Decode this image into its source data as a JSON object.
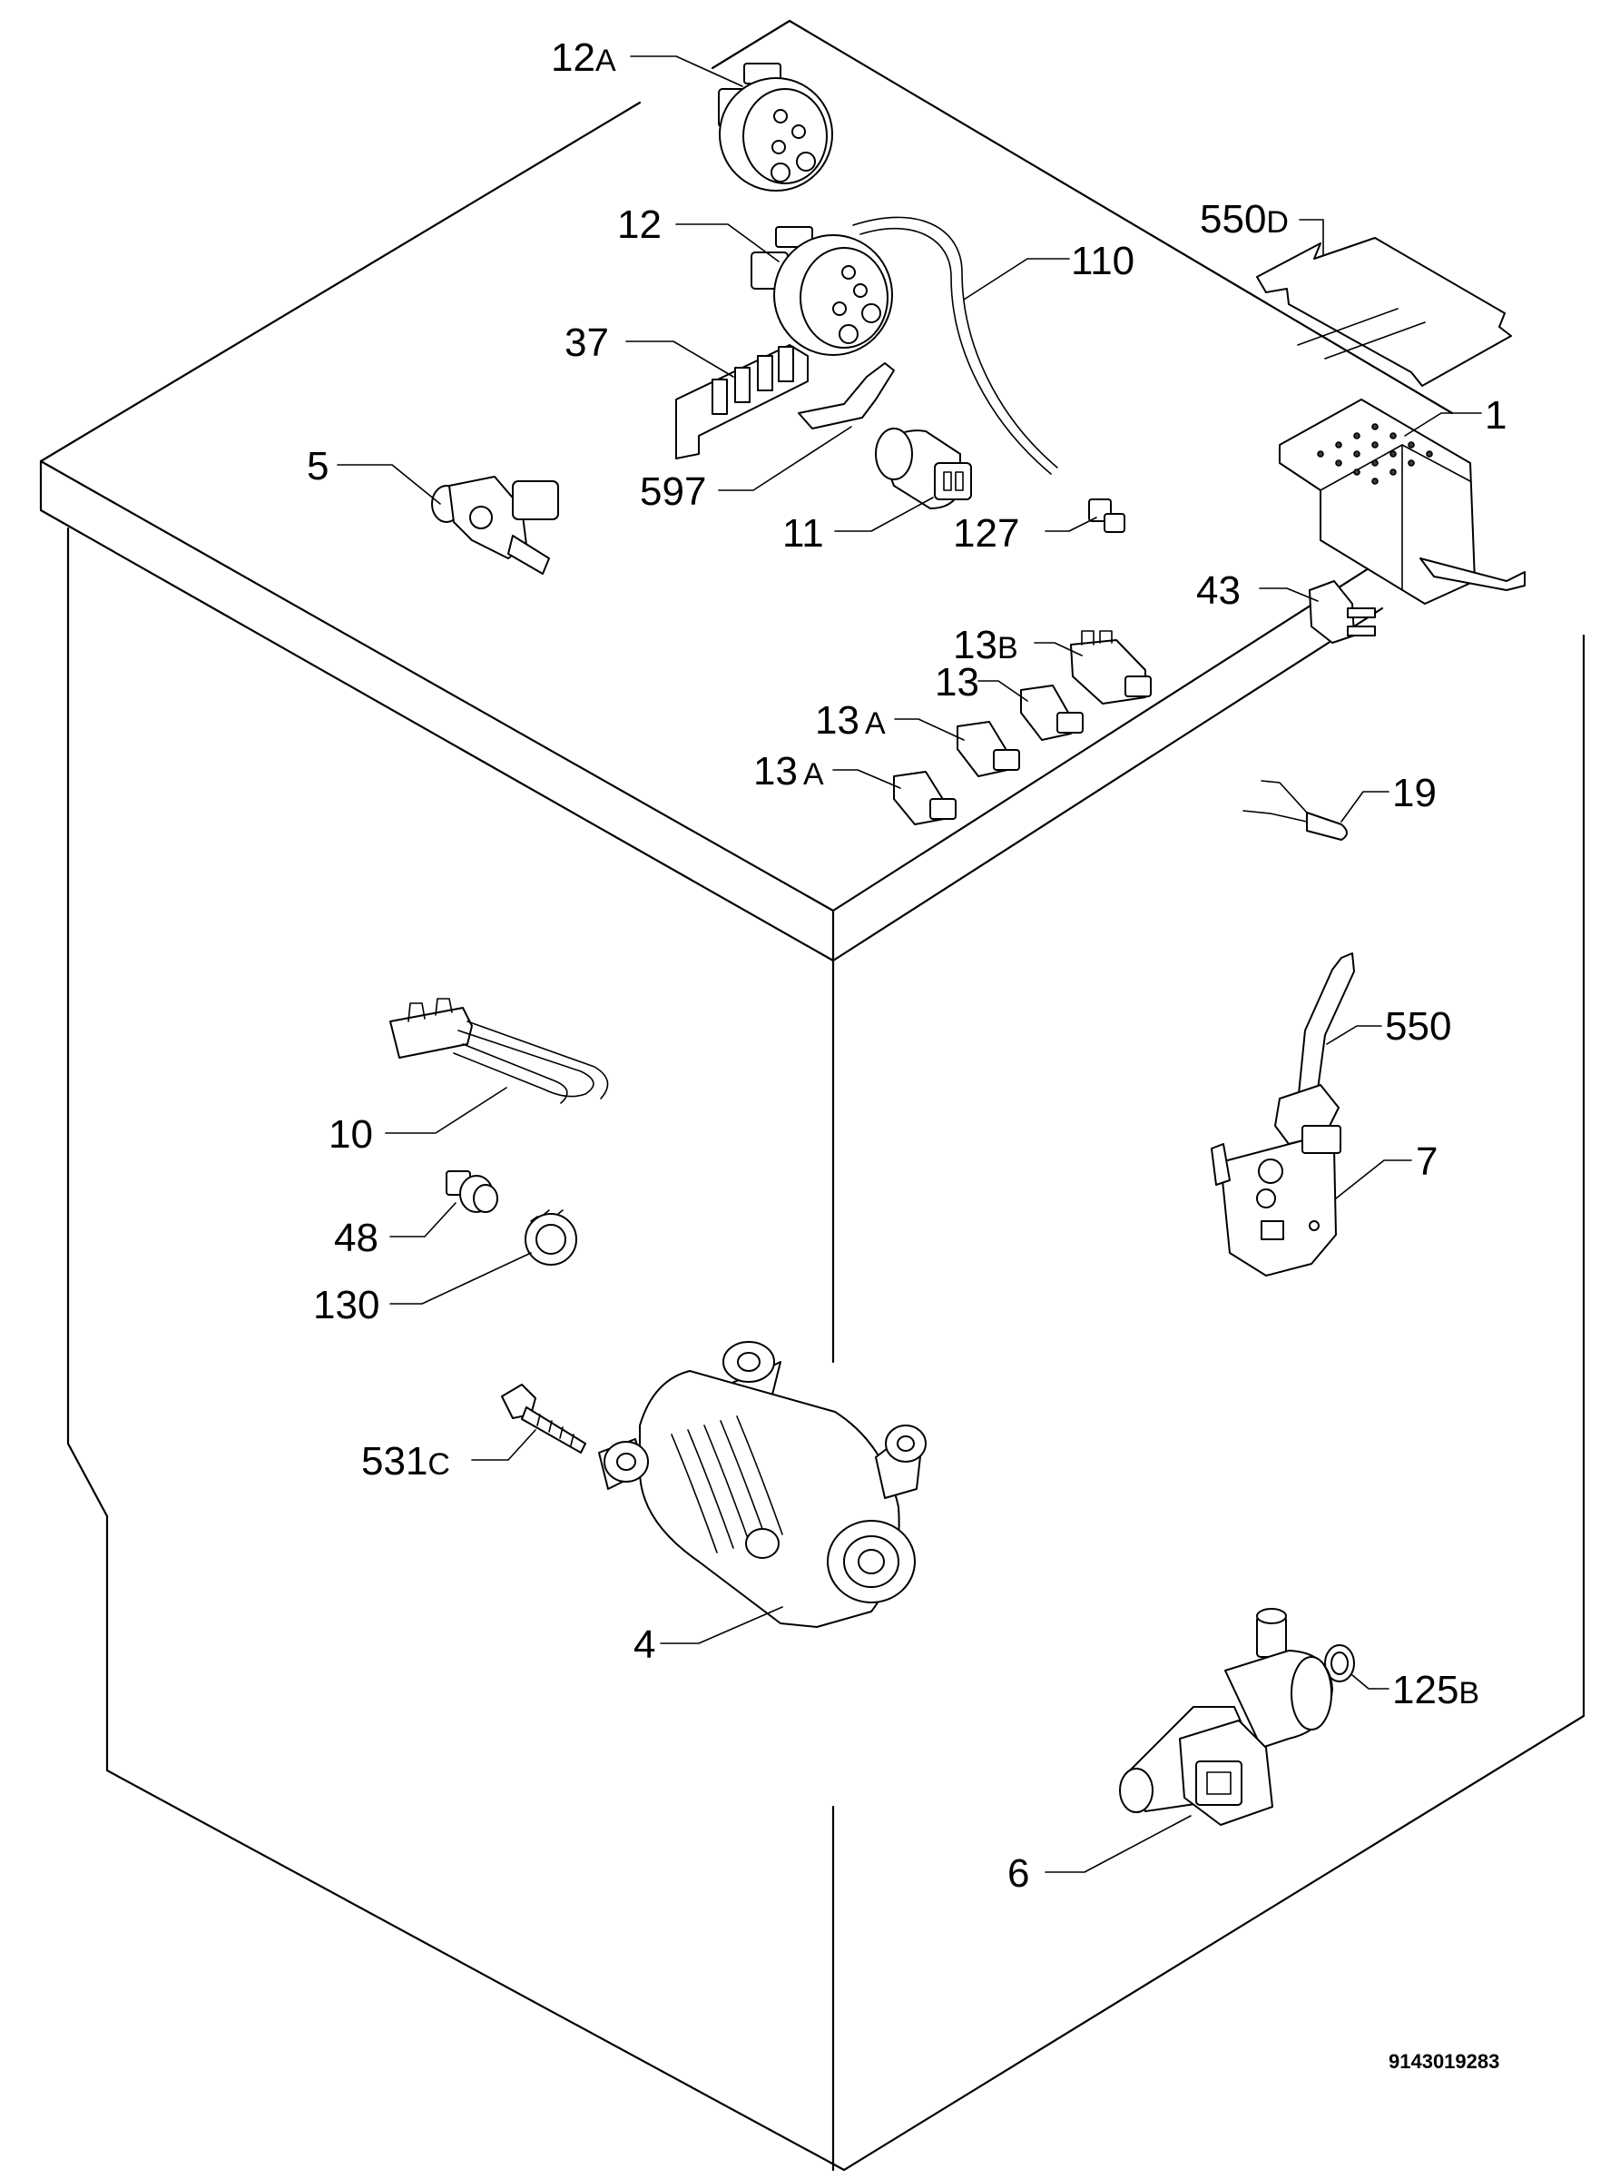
{
  "labels": {
    "p12a": {
      "num": "12",
      "sfx": "A"
    },
    "p12": {
      "num": "12",
      "sfx": ""
    },
    "p110": {
      "num": "110",
      "sfx": ""
    },
    "p550d": {
      "num": "550",
      "sfx": "D"
    },
    "p37": {
      "num": "37",
      "sfx": ""
    },
    "p1": {
      "num": "1",
      "sfx": ""
    },
    "p5": {
      "num": "5",
      "sfx": ""
    },
    "p597": {
      "num": "597",
      "sfx": ""
    },
    "p11": {
      "num": "11",
      "sfx": ""
    },
    "p127": {
      "num": "127",
      "sfx": ""
    },
    "p43": {
      "num": "43",
      "sfx": ""
    },
    "p13b": {
      "num": "13",
      "sfx": "B"
    },
    "p13": {
      "num": "13",
      "sfx": ""
    },
    "p13a1": {
      "num": "13",
      "sfx": "A"
    },
    "p13a2": {
      "num": "13",
      "sfx": "A"
    },
    "p19": {
      "num": "19",
      "sfx": ""
    },
    "p550": {
      "num": "550",
      "sfx": ""
    },
    "p7": {
      "num": "7",
      "sfx": ""
    },
    "p10": {
      "num": "10",
      "sfx": ""
    },
    "p48": {
      "num": "48",
      "sfx": ""
    },
    "p130": {
      "num": "130",
      "sfx": ""
    },
    "p531c": {
      "num": "531",
      "sfx": "C"
    },
    "p4": {
      "num": "4",
      "sfx": ""
    },
    "p125b": {
      "num": "125",
      "sfx": "B"
    },
    "p6": {
      "num": "6",
      "sfx": ""
    }
  },
  "drawing_ref": "9143019283"
}
